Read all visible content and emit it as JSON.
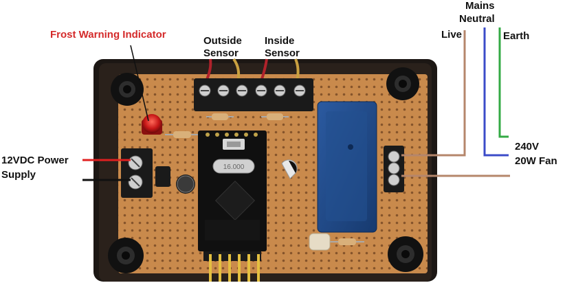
{
  "labels": {
    "frost_warning": "Frost Warning Indicator",
    "outside_sensor_line1": "Outside",
    "outside_sensor_line2": "Sensor",
    "inside_sensor_line1": "Inside",
    "inside_sensor_line2": "Sensor",
    "mains": "Mains",
    "neutral": "Neutral",
    "live": "Live",
    "earth": "Earth",
    "power_line1": "12VDC Power",
    "power_line2": "Supply",
    "fan_line1": "240V",
    "fan_line2": "20W Fan"
  },
  "crystal_marking": "16.000",
  "colors": {
    "label_red": "#d42a2a",
    "live_wire": "#b5866b",
    "neutral_wire": "#3b4bc8",
    "earth_wire": "#33aa44",
    "power_positive": "#e02020",
    "power_negative": "#111111",
    "stripboard": "#c98a4c",
    "enclosure": "#1c1714",
    "relay": "#1e4a8a",
    "terminal_block": "#1a1a1a"
  }
}
